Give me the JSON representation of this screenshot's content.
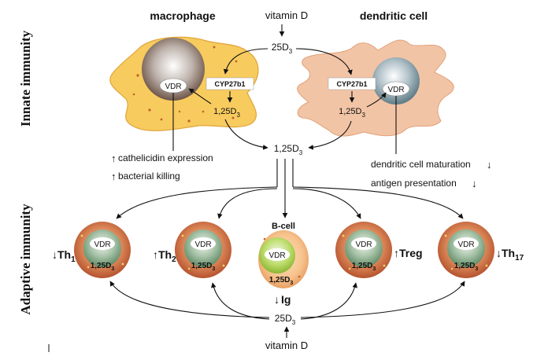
{
  "side_labels": {
    "innate": "Innate immunity",
    "adaptive": "Adaptive immunity"
  },
  "innate": {
    "macrophage_title": "macrophage",
    "dendritic_title": "dendritic cell",
    "vitamin_d": "vitamin D",
    "d3_25": "25D",
    "d3_125": "1,25D",
    "d3_sub": "3",
    "vdr": "VDR",
    "enzyme": "CYP27b1",
    "macrophage_effects": [
      "cathelicidin expression",
      "bacterial killing"
    ],
    "dendritic_effects": [
      "dendritic cell maturation",
      "antigen presentation"
    ]
  },
  "adaptive": {
    "cells": [
      {
        "label": "Th",
        "sub": "1",
        "direction": "down"
      },
      {
        "label": "Th",
        "sub": "2",
        "direction": "up"
      },
      {
        "label": "B-cell",
        "sub": "",
        "direction": ""
      },
      {
        "label": "Treg",
        "sub": "",
        "direction": "up"
      },
      {
        "label": "Th",
        "sub": "17",
        "direction": "down"
      }
    ],
    "ig": "Ig",
    "d3_25": "25D",
    "d3_sub": "3",
    "vitamin_d": "vitamin D"
  },
  "colors": {
    "macrophage": "#f7cb5e",
    "dendritic": "#f2c4a6",
    "t_cell_outer": "#c8633b",
    "t_cell_inner": "#7aa27e",
    "b_cell_outer": "#f6c18a",
    "b_cell_inner": "#b2d35a"
  }
}
